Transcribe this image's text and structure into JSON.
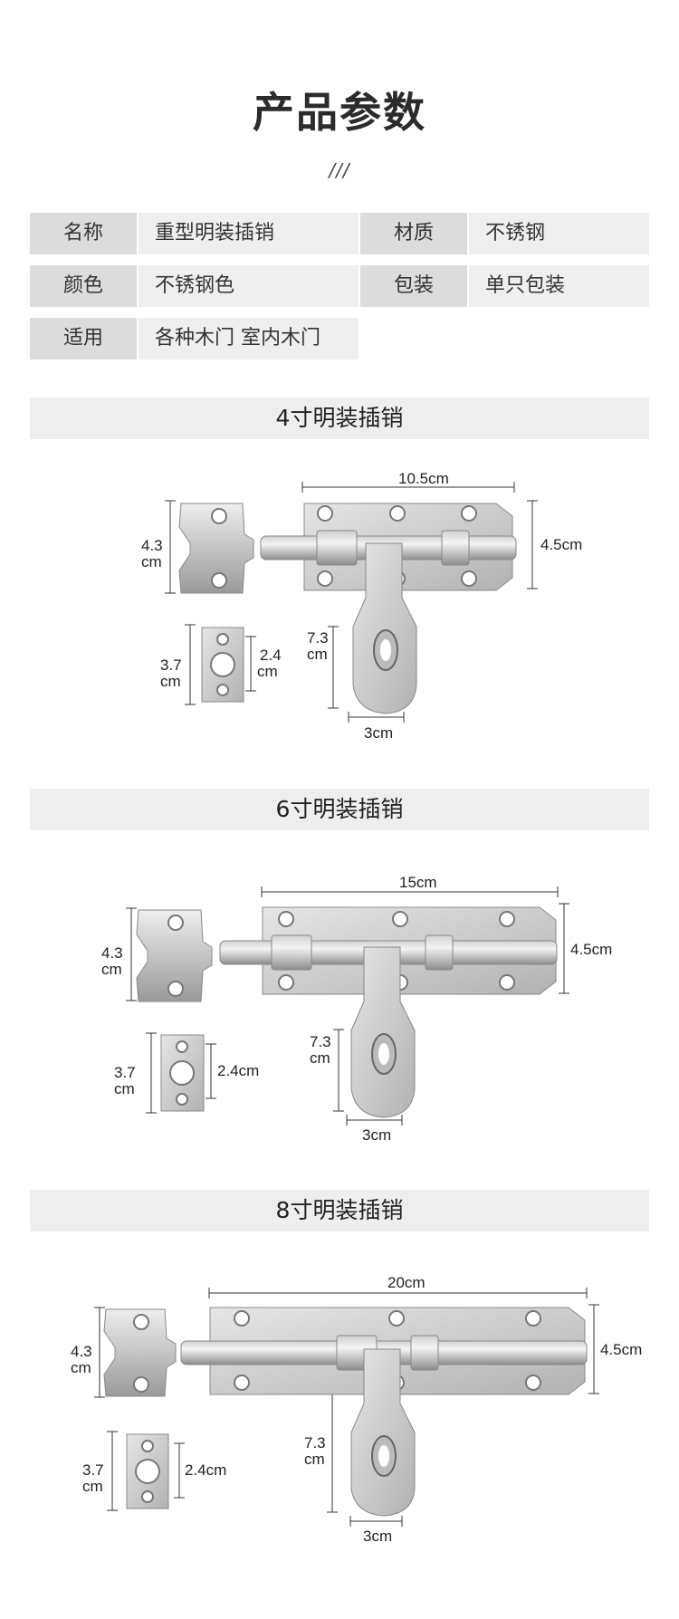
{
  "header": {
    "title": "产品参数",
    "slashes": "///"
  },
  "params": {
    "name_label": "名称",
    "name_value": "重型明装插销",
    "material_label": "材质",
    "material_value": "不锈钢",
    "color_label": "颜色",
    "color_value": "不锈钢色",
    "package_label": "包装",
    "package_value": "单只包装",
    "usage_label": "适用",
    "usage_value": "各种木门 室内木门"
  },
  "sections": [
    {
      "title": "4寸明装插销",
      "length": "10.5cm",
      "height": "4.5cm",
      "keeper_h1": "4.3",
      "keeper_h2": "cm",
      "plate_h1": "3.7",
      "plate_h2": "cm",
      "hole1": "2.4",
      "hole2": "cm",
      "hasp_h1": "7.3",
      "hasp_h2": "cm",
      "hasp_w": "3cm"
    },
    {
      "title": "6寸明装插销",
      "length": "15cm",
      "height": "4.5cm",
      "keeper_h1": "4.3",
      "keeper_h2": "cm",
      "plate_h1": "3.7",
      "plate_h2": "cm",
      "hole": "2.4cm",
      "hasp_h1": "7.3",
      "hasp_h2": "cm",
      "hasp_w": "3cm"
    },
    {
      "title": "8寸明装插销",
      "length": "20cm",
      "height": "4.5cm",
      "keeper_h1": "4.3",
      "keeper_h2": "cm",
      "plate_h1": "3.7",
      "plate_h2": "cm",
      "hole": "2.4cm",
      "hasp_h1": "7.3",
      "hasp_h2": "cm",
      "hasp_w": "3cm"
    }
  ]
}
